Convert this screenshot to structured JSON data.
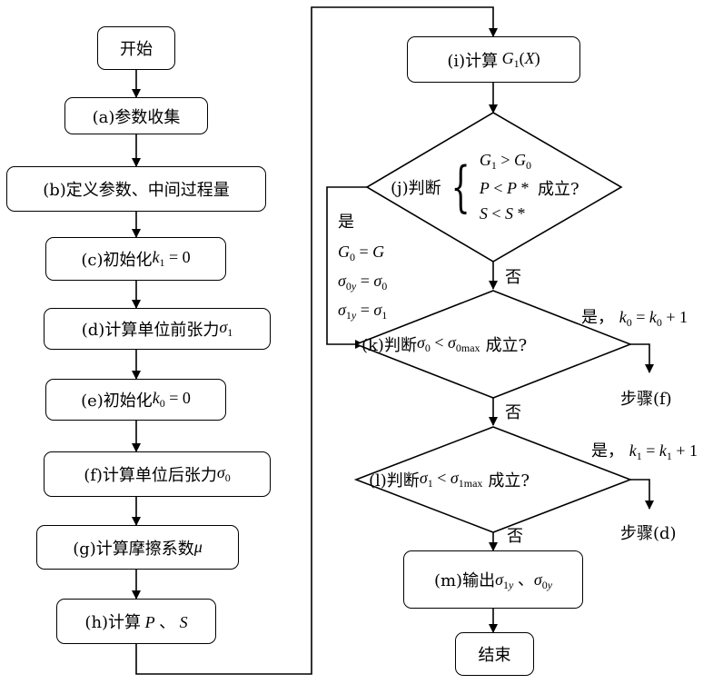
{
  "nodes": {
    "start": "开始",
    "a": "(a)参数收集",
    "b": "(b)定义参数、中间过程量",
    "c_prefix": "(c)初始化",
    "c_eq": "k1 = 0",
    "d_prefix": "(d)计算单位前张力",
    "d_sym": "σ1",
    "e_prefix": "(e)初始化",
    "e_eq": "k0 = 0",
    "f_prefix": "(f)计算单位后张力",
    "f_sym": "σ0",
    "g_prefix": "(g)计算摩擦系数",
    "g_sym": "μ",
    "h_prefix": "(h)计算",
    "h_vars": "P 、 S",
    "i_prefix": "(i)计算",
    "i_expr": "G1(X)",
    "j_prefix": "(j)判断",
    "j_conditions": [
      "G1 > G0",
      "P < P*",
      "S < S*"
    ],
    "j_suffix": "成立?",
    "k_prefix": "(k)判断",
    "k_cond": "σ0 < σ0max",
    "k_suffix": "成立?",
    "l_prefix": "(l)判断",
    "l_cond": "σ1 < σ1max",
    "l_suffix": "成立?",
    "m_prefix": "(m)输出",
    "m_vars": "σ1y 、σ0y",
    "end": "结束"
  },
  "edge_labels": {
    "j_yes": "是",
    "j_yes_assignments": [
      "G0 = G",
      "σ0y = σ0",
      "σ1y = σ1"
    ],
    "j_no": "否",
    "k_yes": "是，",
    "k_yes_eq": "k0 = k0 + 1",
    "k_yes_target": "步骤(f)",
    "k_no": "否",
    "l_yes": "是，",
    "l_yes_eq": "k1 = k1 + 1",
    "l_yes_target": "步骤(d)",
    "l_no": "否"
  }
}
